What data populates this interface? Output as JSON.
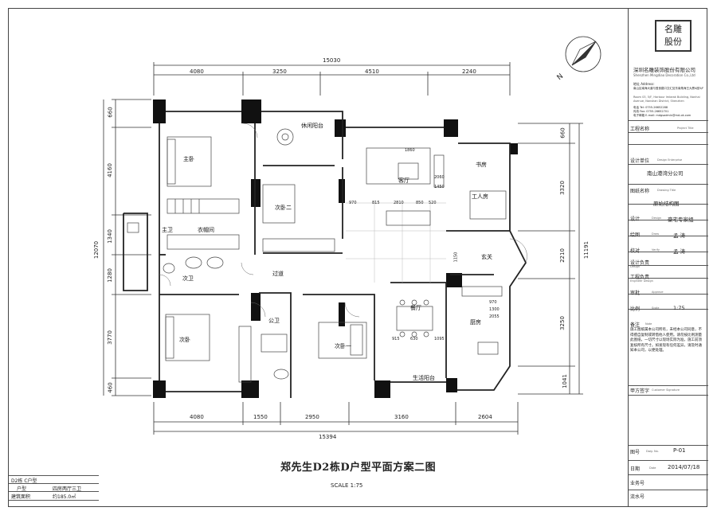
{
  "drawing": {
    "title": "郑先生D2栋D户型平面方案二图",
    "scale": "SCALE 1:75",
    "north": "N"
  },
  "dimensions": {
    "top_total": "15030",
    "top": [
      "4080",
      "3250",
      "4510",
      "2240"
    ],
    "bottom_total": "15394",
    "bottom": [
      "4080",
      "1550",
      "2950",
      "3160",
      "2604"
    ],
    "left_total": "12070",
    "left": [
      "660",
      "4160",
      "1340",
      "1280",
      "3770",
      "460"
    ],
    "right_total": "11191",
    "right": [
      "660",
      "3320",
      "2210",
      "3250",
      "1041"
    ],
    "inner": [
      "1860",
      "1450",
      "2810",
      "970",
      "1150",
      "1095",
      "915",
      "850",
      "630",
      "520",
      "815",
      "2060",
      "970",
      "1300",
      "2055"
    ]
  },
  "rooms": {
    "master_bed": "主卧",
    "leisure_balcony": "休闲阳台",
    "bed_two": "次卧二",
    "living": "客厅",
    "study": "书房",
    "maid_room": "工人房",
    "master_bath": "主卫",
    "wardrobe": "衣帽间",
    "second_bath": "次卫",
    "corridor": "过道",
    "foyer": "玄关",
    "public_bath": "公卫",
    "second_bed": "次卧",
    "bed_one": "次卧一",
    "dining": "餐厅",
    "kitchen": "厨房",
    "service_balcony": "生活阳台"
  },
  "company": {
    "logo_line1": "名雕",
    "logo_line2": "股份",
    "name_cn": "深圳名雕装饰股份有限公司",
    "name_en": "Shenzhen Mingdiao Decoration Co.,Ltd",
    "address_label": "地址 Address:",
    "address_cn": "南山区南海大道与登良路口交汇处东南角海王大厦A座5/F",
    "address_en": "Room 03, 5/F, Harbour Imbeak Building, Nanhai Avenue, Nanshan District, Shenzhen",
    "phone": "电话 Tel: 0755-26652288",
    "fax": "传真 Fax: 0755-26652701",
    "email": "电子邮箱 E-mail: mdgsadmin@md-ok.com"
  },
  "title_block": [
    {
      "label": "工程名称",
      "sub": "Project Title",
      "value": ""
    },
    {
      "label": "设计单位",
      "sub": "Design Enterprise",
      "value": "南山港湾分公司"
    },
    {
      "label": "图纸名称",
      "sub": "Drawing Title",
      "value": "原始结构图"
    },
    {
      "label": "设计",
      "sub": "Design",
      "value": "豪宅专家组"
    },
    {
      "label": "绘图",
      "sub": "Draw",
      "value": "孟 涛"
    },
    {
      "label": "校对",
      "sub": "Verify",
      "value": "孟 涛"
    },
    {
      "label": "设计负责",
      "sub": "Design",
      "value": ""
    },
    {
      "label": "工程负责",
      "sub": "Engineer Design",
      "value": ""
    },
    {
      "label": "审批",
      "sub": "Approve",
      "value": ""
    },
    {
      "label": "比例",
      "sub": "Scale",
      "value": "1:75"
    }
  ],
  "remarks": {
    "label": "备注",
    "sub": "Note",
    "text": "施工图纸属本公司所有，未经本公司同意，不得擅自复制或转借他人使用。请勿按比例测量此图纸，一切尺寸以现场实际为准，施工前须复核所有尺寸。如发现有任何差异，请及时通知本公司，以便处理。"
  },
  "signature": {
    "label": "甲方签字",
    "sub": "Customer Signature"
  },
  "sheet": [
    {
      "label": "图号",
      "sub": "Dwg. No.",
      "value": "P-01"
    },
    {
      "label": "日期",
      "sub": "Date",
      "value": "2014/07/18"
    },
    {
      "label": "业务号",
      "sub": "",
      "value": ""
    },
    {
      "label": "流水号",
      "sub": "",
      "value": ""
    }
  ],
  "unit_info": {
    "header": "D2栋 C户型",
    "type_label": "户型",
    "type_value": "四房两厅三卫",
    "area_label": "建筑面积",
    "area_value": "约185.0㎡"
  }
}
